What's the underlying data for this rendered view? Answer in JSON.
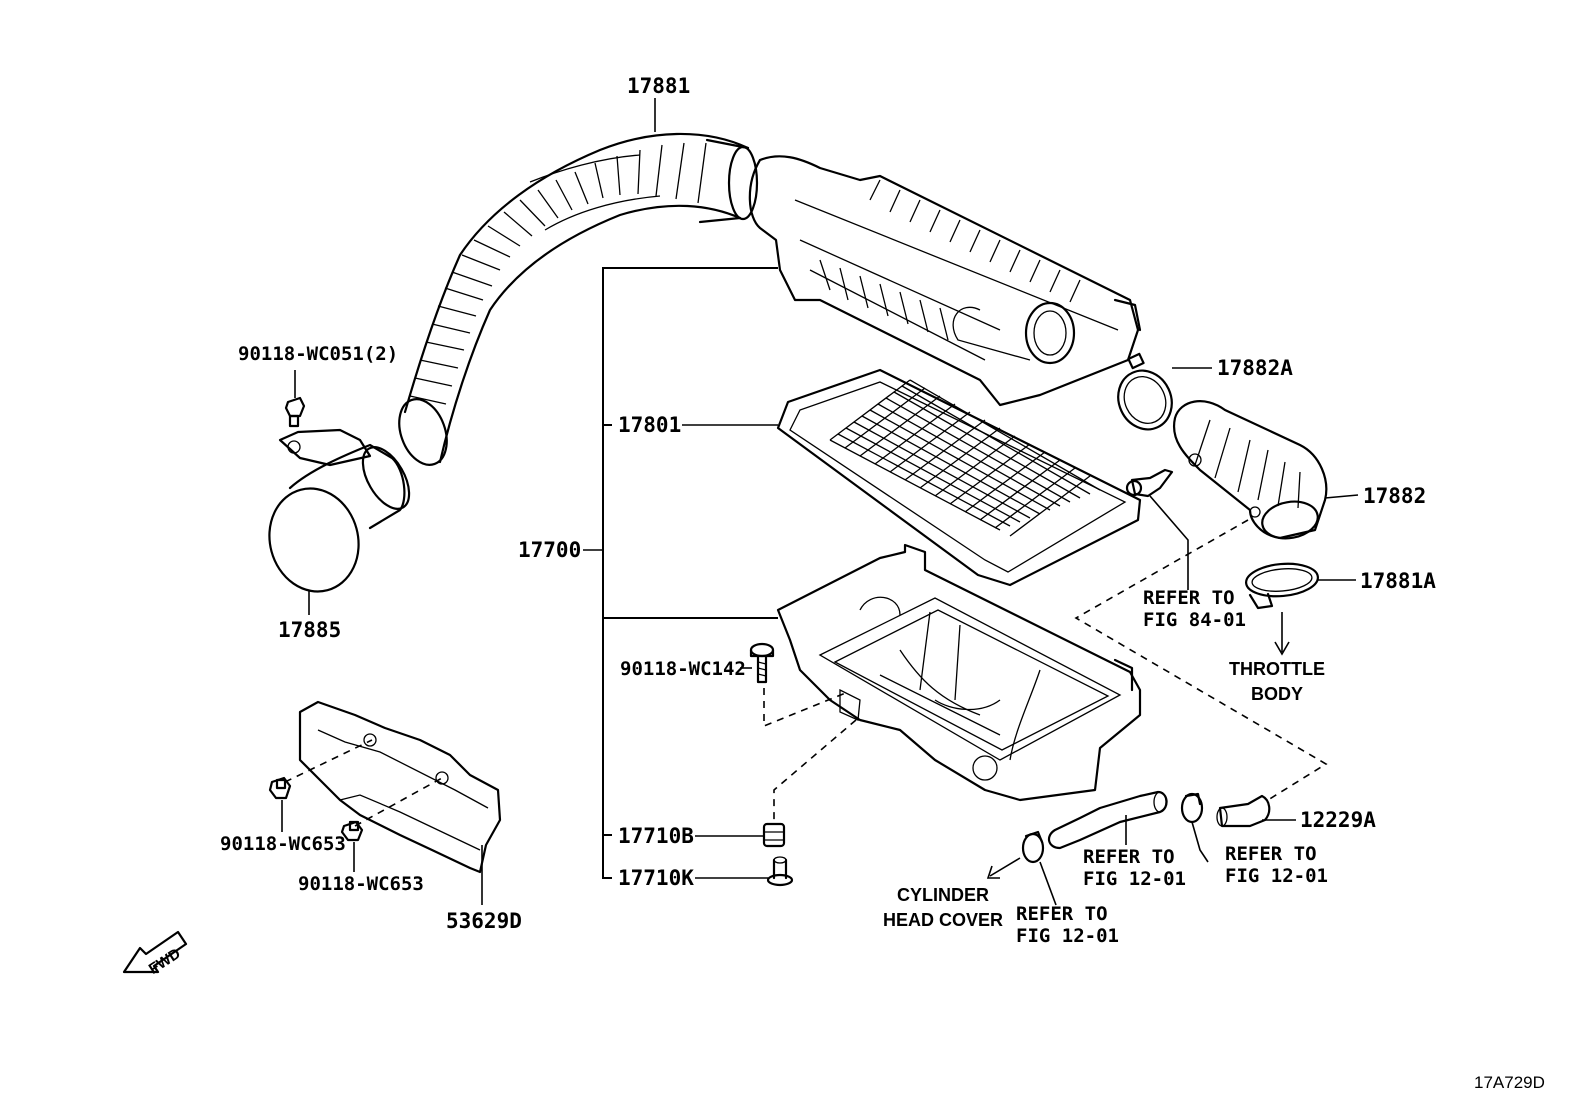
{
  "parts": {
    "p17881": "17881",
    "p90118_wc051": "90118-WC051(2)",
    "p17885": "17885",
    "p17801": "17801",
    "p17700": "17700",
    "p90118_wc142": "90118-WC142",
    "p17710b": "17710B",
    "p17710k": "17710K",
    "p17882a": "17882A",
    "p17882": "17882",
    "p17881a": "17881A",
    "p12229a": "12229A",
    "p90118_wc653_a": "90118-WC653",
    "p90118_wc653_b": "90118-WC653",
    "p53629d": "53629D"
  },
  "refs": {
    "fig84": {
      "line1": "REFER TO",
      "line2": "FIG 84-01"
    },
    "fig12_a": {
      "line1": "REFER TO",
      "line2": "FIG 12-01"
    },
    "fig12_b": {
      "line1": "REFER TO",
      "line2": "FIG 12-01"
    },
    "fig12_c": {
      "line1": "REFER TO",
      "line2": "FIG 12-01"
    }
  },
  "callouts": {
    "throttle_body": {
      "line1": "THROTTLE",
      "line2": "BODY"
    },
    "cylinder_head_cover": {
      "line1": "CYLINDER",
      "line2": "HEAD COVER"
    }
  },
  "fwd_label": "FWD",
  "figure_id": "17A729D",
  "icons": {
    "fwd_arrow": "fwd-arrow-icon"
  }
}
